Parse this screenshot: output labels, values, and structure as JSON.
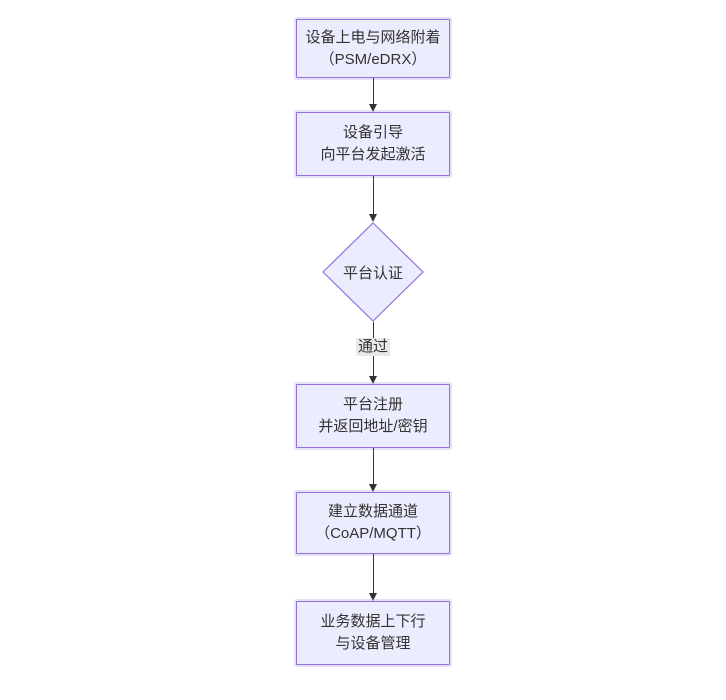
{
  "diagram": {
    "type": "flowchart",
    "direction": "top-down",
    "colors": {
      "node_fill": "#ECECFF",
      "node_border": "#9370DB",
      "text": "#333333",
      "arrow": "#333333",
      "edge_label_bg": "#e8e8e8",
      "background": "#ffffff"
    },
    "nodes": [
      {
        "id": "device-power-attach",
        "shape": "rect",
        "lines": [
          "设备上电与网络附着",
          "（PSM/eDRX）"
        ]
      },
      {
        "id": "device-bootstrap",
        "shape": "rect",
        "lines": [
          "设备引导",
          "向平台发起激活"
        ]
      },
      {
        "id": "platform-auth",
        "shape": "diamond",
        "lines": [
          "平台认证"
        ]
      },
      {
        "id": "platform-register",
        "shape": "rect",
        "lines": [
          "平台注册",
          "并返回地址/密钥"
        ]
      },
      {
        "id": "data-channel",
        "shape": "rect",
        "lines": [
          "建立数据通道",
          "（CoAP/MQTT）"
        ]
      },
      {
        "id": "business-data",
        "shape": "rect",
        "lines": [
          "业务数据上下行",
          "与设备管理"
        ]
      }
    ],
    "edges": [
      {
        "from": "device-power-attach",
        "to": "device-bootstrap",
        "label": ""
      },
      {
        "from": "device-bootstrap",
        "to": "platform-auth",
        "label": ""
      },
      {
        "from": "platform-auth",
        "to": "platform-register",
        "label": "通过"
      },
      {
        "from": "platform-register",
        "to": "data-channel",
        "label": ""
      },
      {
        "from": "data-channel",
        "to": "business-data",
        "label": ""
      }
    ]
  }
}
